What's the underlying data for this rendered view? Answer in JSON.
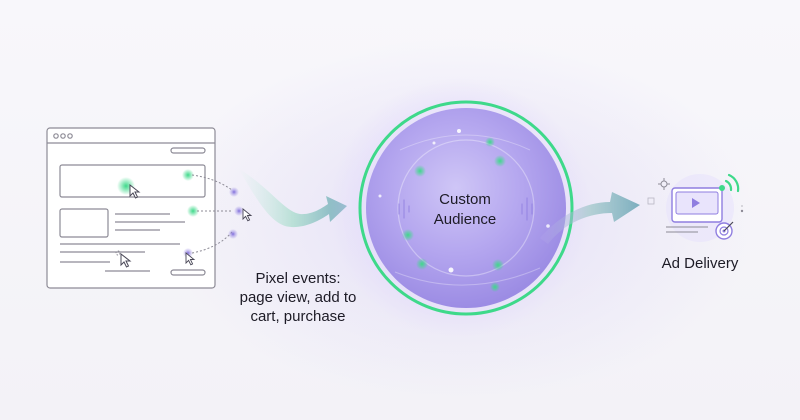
{
  "labels": {
    "pixel_events_line1": "Pixel events:",
    "pixel_events_line2": "page view, add to",
    "pixel_events_line3": "cart, purchase",
    "audience_line1": "Custom",
    "audience_line2": "Audience",
    "ad_delivery": "Ad Delivery"
  },
  "colors": {
    "accent_green": "#3ed98a",
    "accent_purple": "#8f7ee0",
    "arrow_teal": "#6fa7b8",
    "outline_gray": "#8d8b96",
    "text_dark": "#1d1b26"
  },
  "icons": {
    "browser": "browser-window-icon",
    "cursor": "mouse-cursor-icon",
    "audience": "audience-sphere-icon",
    "ad": "ad-delivery-icon"
  }
}
